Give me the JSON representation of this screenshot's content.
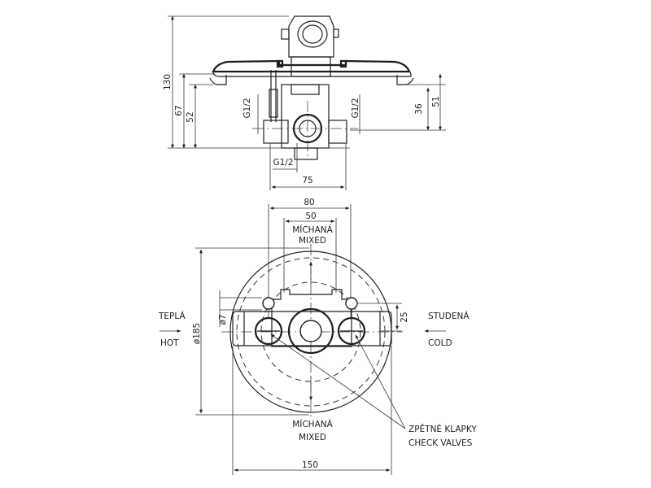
{
  "side_view": {
    "dim_total_height": "130",
    "dim_height_67": "67",
    "dim_height_52": "52",
    "dim_height_36": "36",
    "dim_height_51": "51",
    "thread_left": "G1/2",
    "thread_right": "G1/2",
    "thread_bottom": "G1/2",
    "dim_width_75": "75"
  },
  "top_view": {
    "dim_width_80": "80",
    "dim_width_50": "50",
    "mixed_top_cz": "MÍCHANÁ",
    "mixed_top_en": "MIXED",
    "hot_cz": "TEPLÁ",
    "hot_en": "HOT",
    "cold_cz": "STUDENÁ",
    "cold_en": "COLD",
    "dim_diameter_185": "ø185",
    "dim_diameter_7": "ø7",
    "dim_25": "25",
    "mixed_bottom_cz": "MÍCHANÁ",
    "mixed_bottom_en": "MIXED",
    "check_valves_cz": "ZPĚTNÉ KLAPKY",
    "check_valves_en": "CHECK VALVES",
    "dim_width_150": "150"
  }
}
